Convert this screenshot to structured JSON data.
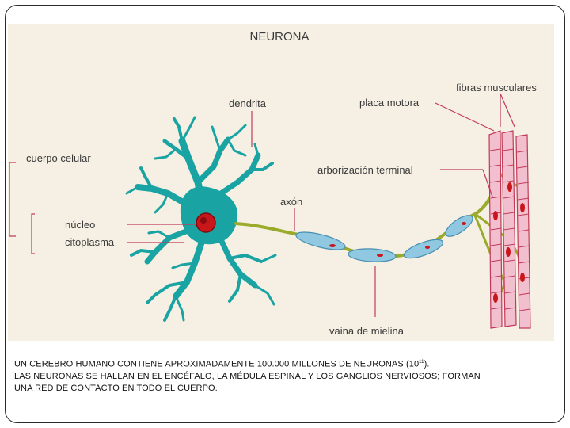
{
  "diagram": {
    "title": "NEURONA",
    "labels": {
      "dendrite": "dendrita",
      "cell_body": "cuerpo celular",
      "nucleus": "núcleo",
      "cytoplasm": "citoplasma",
      "axon": "axón",
      "muscle_fibers": "fibras musculares",
      "motor_plate": "placa motora",
      "terminal_arborization": "arborización terminal",
      "myelin_sheath": "vaina de mielina"
    },
    "colors": {
      "cell": "#1aa3a3",
      "nucleus": "#cc1a1a",
      "axon": "#9aaa2a",
      "myelin": "#8fc8e0",
      "muscle": "#f2bfcf",
      "muscle_stripe": "#c23a5a",
      "leader_line": "#c23a5a",
      "background": "#f4efe0"
    }
  },
  "caption": {
    "line1": "UN CEREBRO HUMANO CONTIENE APROXIMADAMENTE 100.000 MILLONES DE NEURONAS (10",
    "line1_superscript": "11",
    "line1_end": ").",
    "line2": "LAS NEURONAS SE HALLAN EN EL ENCÉFALO, LA MÉDULA ESPINAL Y LOS GANGLIOS NERVIOSOS; FORMAN",
    "line3": "UNA RED DE CONTACTO EN TODO EL CUERPO."
  }
}
